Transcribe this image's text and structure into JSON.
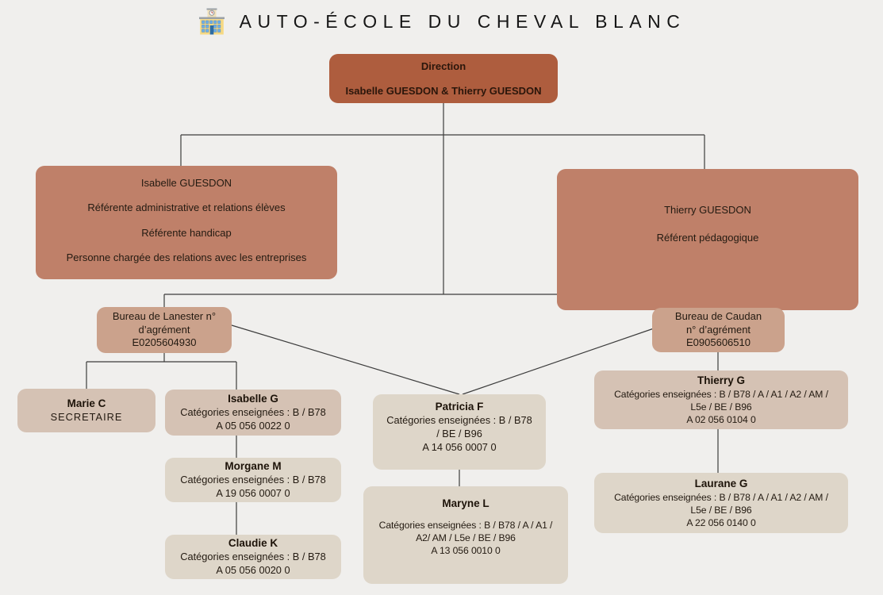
{
  "colors": {
    "background": "#f0efed",
    "direction_box": "#ae5d3e",
    "manager_box": "#bf8069",
    "bureau_box": "#cba28c",
    "staff_tan_box": "#d5c2b4",
    "staff_beige_box": "#ded6c9",
    "line": "#3c3c3c",
    "title_text": "#161616"
  },
  "header": {
    "icon": "school-building",
    "title": "AUTO-ÉCOLE DU CHEVAL BLANC"
  },
  "direction": {
    "label": "Direction",
    "names": "Isabelle GUESDON & Thierry GUESDON"
  },
  "managers": [
    {
      "name": "Isabelle GUESDON",
      "roles": [
        "Référente administrative et relations élèves",
        "Référente handicap",
        "Personne chargée des relations avec les entreprises"
      ]
    },
    {
      "name": "Thierry GUESDON",
      "roles": [
        "Référent pédagogique"
      ]
    }
  ],
  "bureaus": [
    {
      "lines": [
        "Bureau de Lanester n°",
        "d’agrément",
        "E0205604930"
      ]
    },
    {
      "lines": [
        "Bureau de Caudan",
        "n° d’agrément",
        "E0905606510"
      ]
    }
  ],
  "staff": {
    "marie": {
      "name": "Marie C",
      "role": "SECRETAIRE"
    },
    "isabelle_g": {
      "name": "Isabelle G",
      "lines": [
        "Catégories enseignées : B / B78",
        "A 05 056 0022 0"
      ]
    },
    "morgane": {
      "name": "Morgane M",
      "lines": [
        "Catégories enseignées : B / B78",
        "A 19 056 0007 0"
      ]
    },
    "claudie": {
      "name": "Claudie K",
      "lines": [
        "Catégories enseignées :  B / B78",
        "A 05 056 0020 0"
      ]
    },
    "patricia": {
      "name": "Patricia F",
      "lines": [
        "Catégories enseignées : B / B78",
        "/ BE / B96",
        "A 14 056 0007 0"
      ]
    },
    "maryne": {
      "name": "Maryne L",
      "lines": [
        "Catégories enseignées : B / B78 / A / A1 /",
        "A2/ AM / L5e / BE / B96",
        "A 13 056 0010 0"
      ]
    },
    "thierry_g": {
      "name": "Thierry G",
      "lines": [
        "Catégories enseignées : B / B78 / A / A1 / A2 / AM /",
        "L5e / BE / B96",
        "A 02 056 0104 0"
      ]
    },
    "laurane": {
      "name": "Laurane G",
      "lines": [
        "Catégories enseignées : B / B78 / A / A1 / A2 / AM /",
        "L5e / BE / B96",
        "A 22 056 0140 0"
      ]
    }
  }
}
